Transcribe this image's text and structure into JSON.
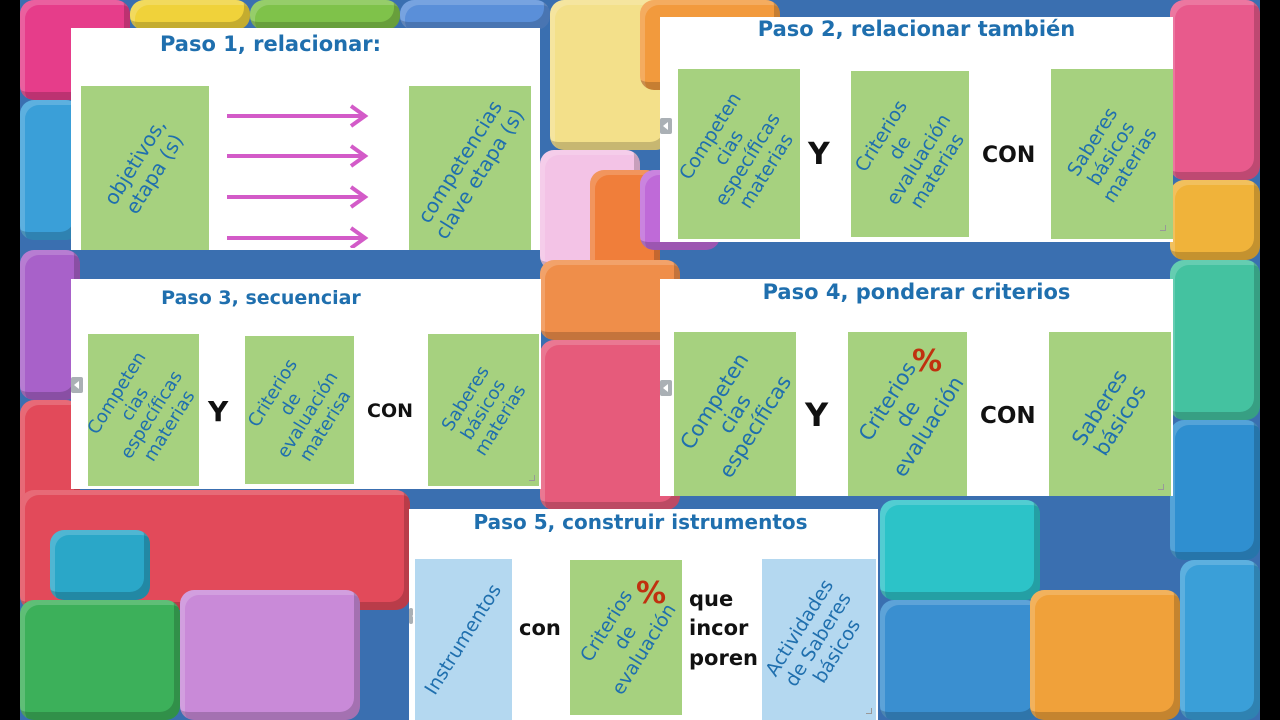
{
  "step1": {
    "title": "Paso 1, relacionar:",
    "left_box": "objetivos,\netapa (s)",
    "right_box": "competencias\nclave etapa (s)"
  },
  "step2": {
    "title": "Paso 2, relacionar también",
    "box1": "Competen\ncias\nespecíficas\nmaterias",
    "conn1": "Y",
    "box2": "Criterios\nde\nevaluación\nmaterias",
    "conn2": "CON",
    "box3": "Saberes\nbásicos\nmaterias"
  },
  "step3": {
    "title": "Paso 3, secuenciar",
    "box1": "Competen\ncias\nespecíficas\nmaterias",
    "conn1": "Y",
    "box2": "Criterios\nde\nevaluación\nmaterisa",
    "conn2": "CON",
    "box3": "Saberes\nbásicos\nmaterias"
  },
  "step4": {
    "title": "Paso 4, ponderar criterios",
    "box1": "Competen\ncias\nespecíficas",
    "conn1": "Y",
    "box2": "Criterios\nde\nevaluación",
    "percent": "%",
    "conn2": "CON",
    "box3": "Saberes\nbásicos"
  },
  "step5": {
    "title": "Paso 5, construir istrumentos",
    "box1": "Instrumentos",
    "conn1": "con",
    "box2": "Criterios\nde\nevaluación",
    "percent": "%",
    "conn2": "que\nincor\nporen",
    "box3": "Actividades\nde Saberes\nbásicos"
  },
  "colors": {
    "title_blue": "#1f6fae",
    "green_box": "#a6d17f",
    "blue_box": "#b4d8f0",
    "arrow_magenta": "#d35bc8",
    "percent_red": "#c0310f"
  }
}
